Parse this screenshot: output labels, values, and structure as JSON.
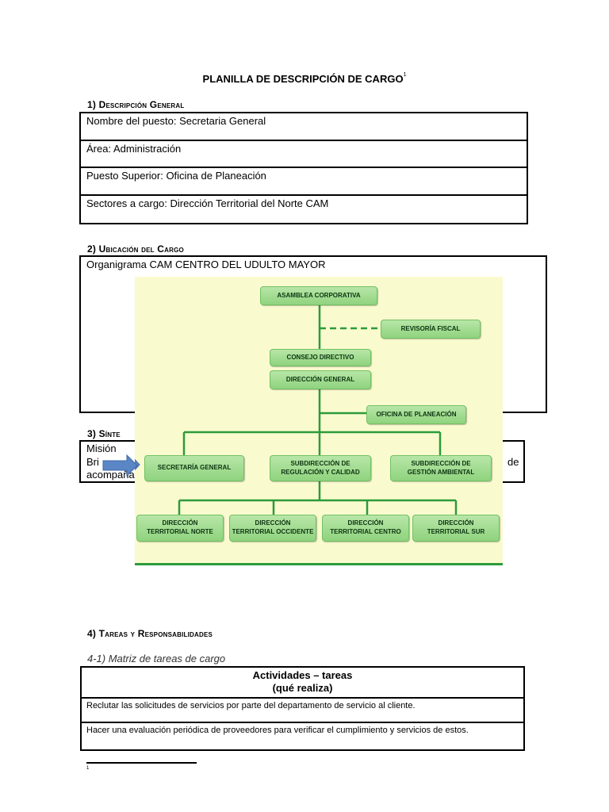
{
  "title": {
    "text": "PLANILLA DE DESCRIPCIÓN DE CARGO",
    "footnote_mark": "1"
  },
  "section1": {
    "heading": "1) Descripción General",
    "rows": [
      "Nombre del puesto: Secretaria General",
      "Área: Administración",
      "Puesto Superior: Oficina de Planeación",
      "Sectores a cargo: Dirección Territorial del Norte CAM"
    ]
  },
  "section2": {
    "heading": "2) Ubicación del Cargo",
    "label": "Organigrama CAM CENTRO DEL UDULTO MAYOR"
  },
  "org_chart": {
    "nodes": {
      "asamblea": "ASAMBLEA CORPORATIVA",
      "revisoria": "REVISORÍA FISCAL",
      "consejo": "CONSEJO DIRECTIVO",
      "direccion_general": "DIRECCIÓN GENERAL",
      "oficina": "OFICINA DE PLANEACIÓN",
      "secretaria": "SECRETARÍA GENERAL",
      "sub_regulacion_1": "SUBDIRECCIÓN DE",
      "sub_regulacion_2": "REGULACIÓN Y CALIDAD",
      "sub_gestion_1": "SUBDIRECCIÓN DE",
      "sub_gestion_2": "GESTIÓN AMBIENTAL",
      "dt_norte_1": "DIRECCIÓN",
      "dt_norte_2": "TERRITORIAL NORTE",
      "dt_occidente_1": "DIRECCIÓN",
      "dt_occidente_2": "TERRITORIAL OCCIDENTE",
      "dt_centro_1": "DIRECCIÓN",
      "dt_centro_2": "TERRITORIAL CENTRO",
      "dt_sur_1": "DIRECCIÓN",
      "dt_sur_2": "TERRITORIAL SUR"
    },
    "colors": {
      "background": "#f9fbcf",
      "line": "#2c9b3b",
      "box": "#a6dc96",
      "arrow": "#5b86c6"
    }
  },
  "section3": {
    "heading_visible": "3) Sínte",
    "line1": "Misión",
    "line2_start": "Bri",
    "line2_end": "de",
    "line3": "acompaña"
  },
  "section4": {
    "heading": "4) Tareas y Responsabilidades",
    "subheading": "4-1) Matriz de tareas de cargo",
    "table": {
      "header_line1": "Actividades – tareas",
      "header_line2": "(qué realiza)",
      "rows": [
        "Reclutar las solicitudes de servicios por parte del departamento de servicio al cliente.",
        "Hacer una evaluación periódica de proveedores para verificar el cumplimiento y servicios de estos."
      ]
    }
  },
  "footnote": {
    "number": "1"
  }
}
